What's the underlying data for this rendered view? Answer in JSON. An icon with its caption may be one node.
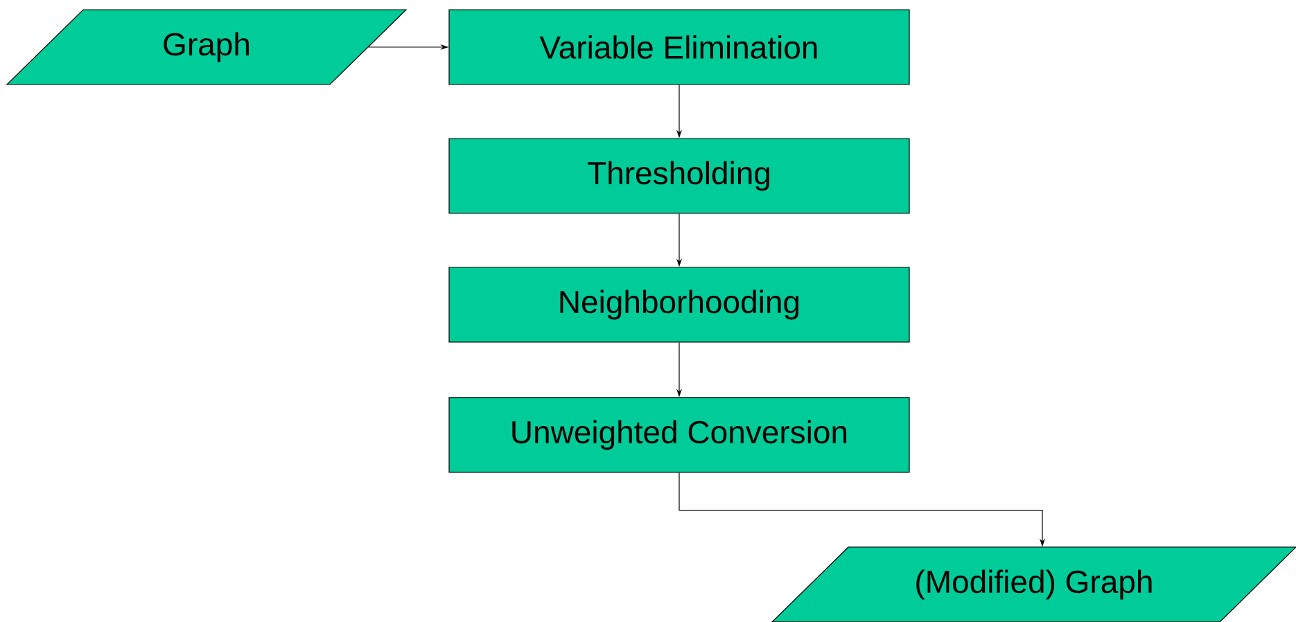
{
  "diagram": {
    "nodes": [
      {
        "text": [
          "Graph"
        ]
      },
      {
        "text": [
          "Variable Elimination"
        ]
      },
      {
        "text": [
          "Thresholding"
        ]
      },
      {
        "text": [
          "Neighborhooding"
        ]
      },
      {
        "text": [
          "Unweighted Conversion"
        ]
      },
      {
        "text": [
          "(Modified) Graph"
        ]
      }
    ],
    "edges": [
      {
        "from": 0,
        "to": 1,
        "arrow": "to"
      },
      {
        "from": 1,
        "to": 2,
        "arrow": "to"
      },
      {
        "from": 2,
        "to": 3,
        "arrow": "to"
      },
      {
        "from": 3,
        "to": 4,
        "arrow": "to"
      },
      {
        "from": 4,
        "to": 5,
        "arrow": "to"
      }
    ]
  }
}
